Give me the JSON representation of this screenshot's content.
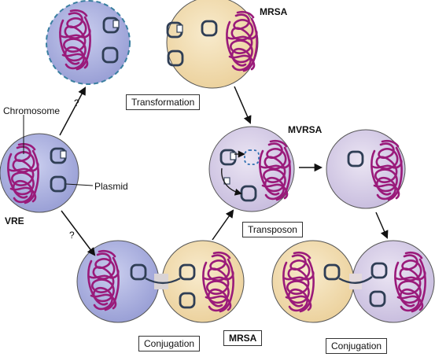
{
  "labels": {
    "chromosome": "Chromosome",
    "plasmid": "Plasmid",
    "vre": "VRE",
    "mrsa_top": "MRSA",
    "mrsa_bottom": "MRSA",
    "mvrsa": "MVRSA",
    "question_upper": "?",
    "question_lower": "?"
  },
  "boxes": {
    "transformation": "Transformation",
    "transposon": "Transposon",
    "conjugation_left": "Conjugation",
    "conjugation_right": "Conjugation"
  },
  "colors": {
    "vre_cell": "#a9aedb",
    "mrsa_cell": "#f1ddb0",
    "mvrsa_cell": "#d7cfe6",
    "chromosome": "#9a1a7a",
    "plasmid": "#2f3e55",
    "dashed_border": "#3a7fa0"
  }
}
